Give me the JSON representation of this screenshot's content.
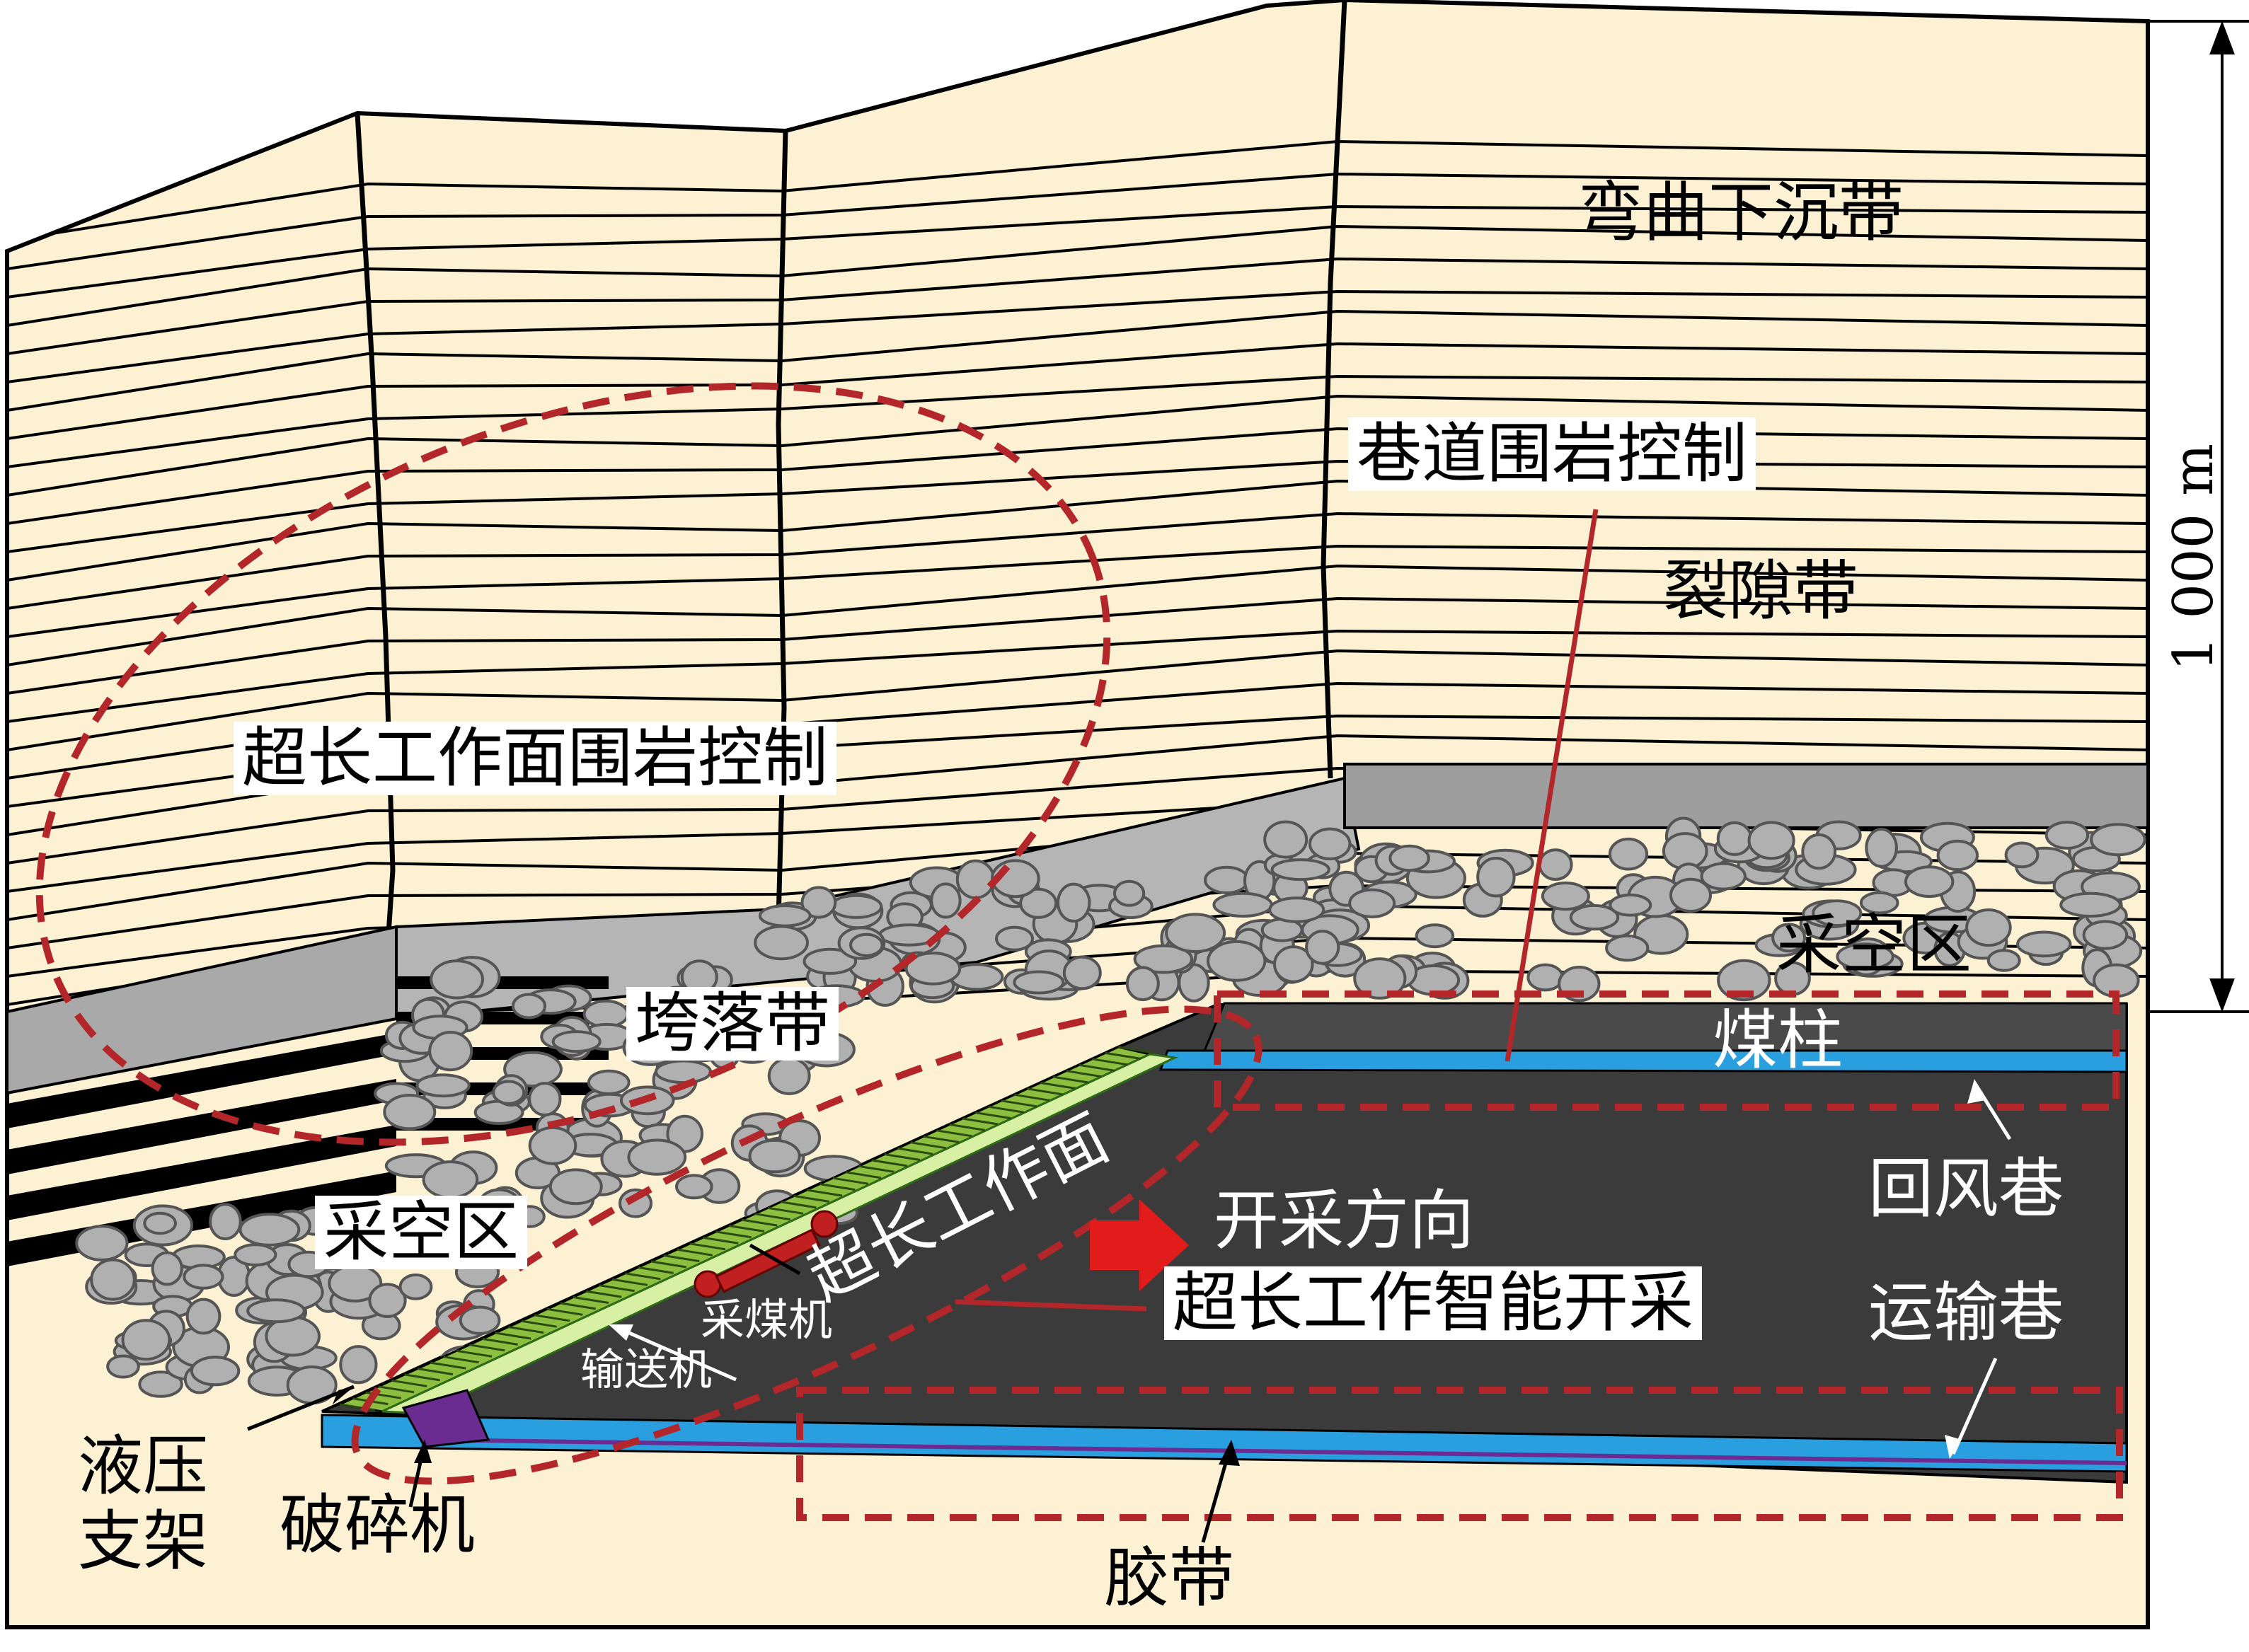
{
  "labels": {
    "bending_zone": "弯曲下沉带",
    "roadway_control": "巷道围岩控制",
    "fracture_zone": "裂隙带",
    "longwall_control": "超长工作面围岩控制",
    "caving_zone": "垮落带",
    "goaf_right": "采空区",
    "coal_pillar": "煤柱",
    "return_airway": "回风巷",
    "mining_direction": "开采方向",
    "longwall_face": "超长工作面",
    "goaf_left": "采空区",
    "shearer": "采煤机",
    "intelligent_mining": "超长工作智能开采",
    "haulage_roadway": "运输巷",
    "conveyor": "输送机",
    "hydraulic_support": "液压\n支架",
    "crusher": "破碎机",
    "belt": "胶带",
    "depth": "1 000 m"
  },
  "colors": {
    "rock": "#fdf1d3",
    "coal_seam": "#3a3a3a",
    "rubble": "#b0b0b0",
    "rubble_stroke": "#555555",
    "dashed_red": "#b3262a",
    "arrow_red": "#e21b1b",
    "roadway_blue": "#2a9fe0",
    "conveyor_green": "#8cbf3f",
    "support_purple": "#6a2c91"
  },
  "icons": {
    "mining_arrow": "right-arrow-icon"
  }
}
